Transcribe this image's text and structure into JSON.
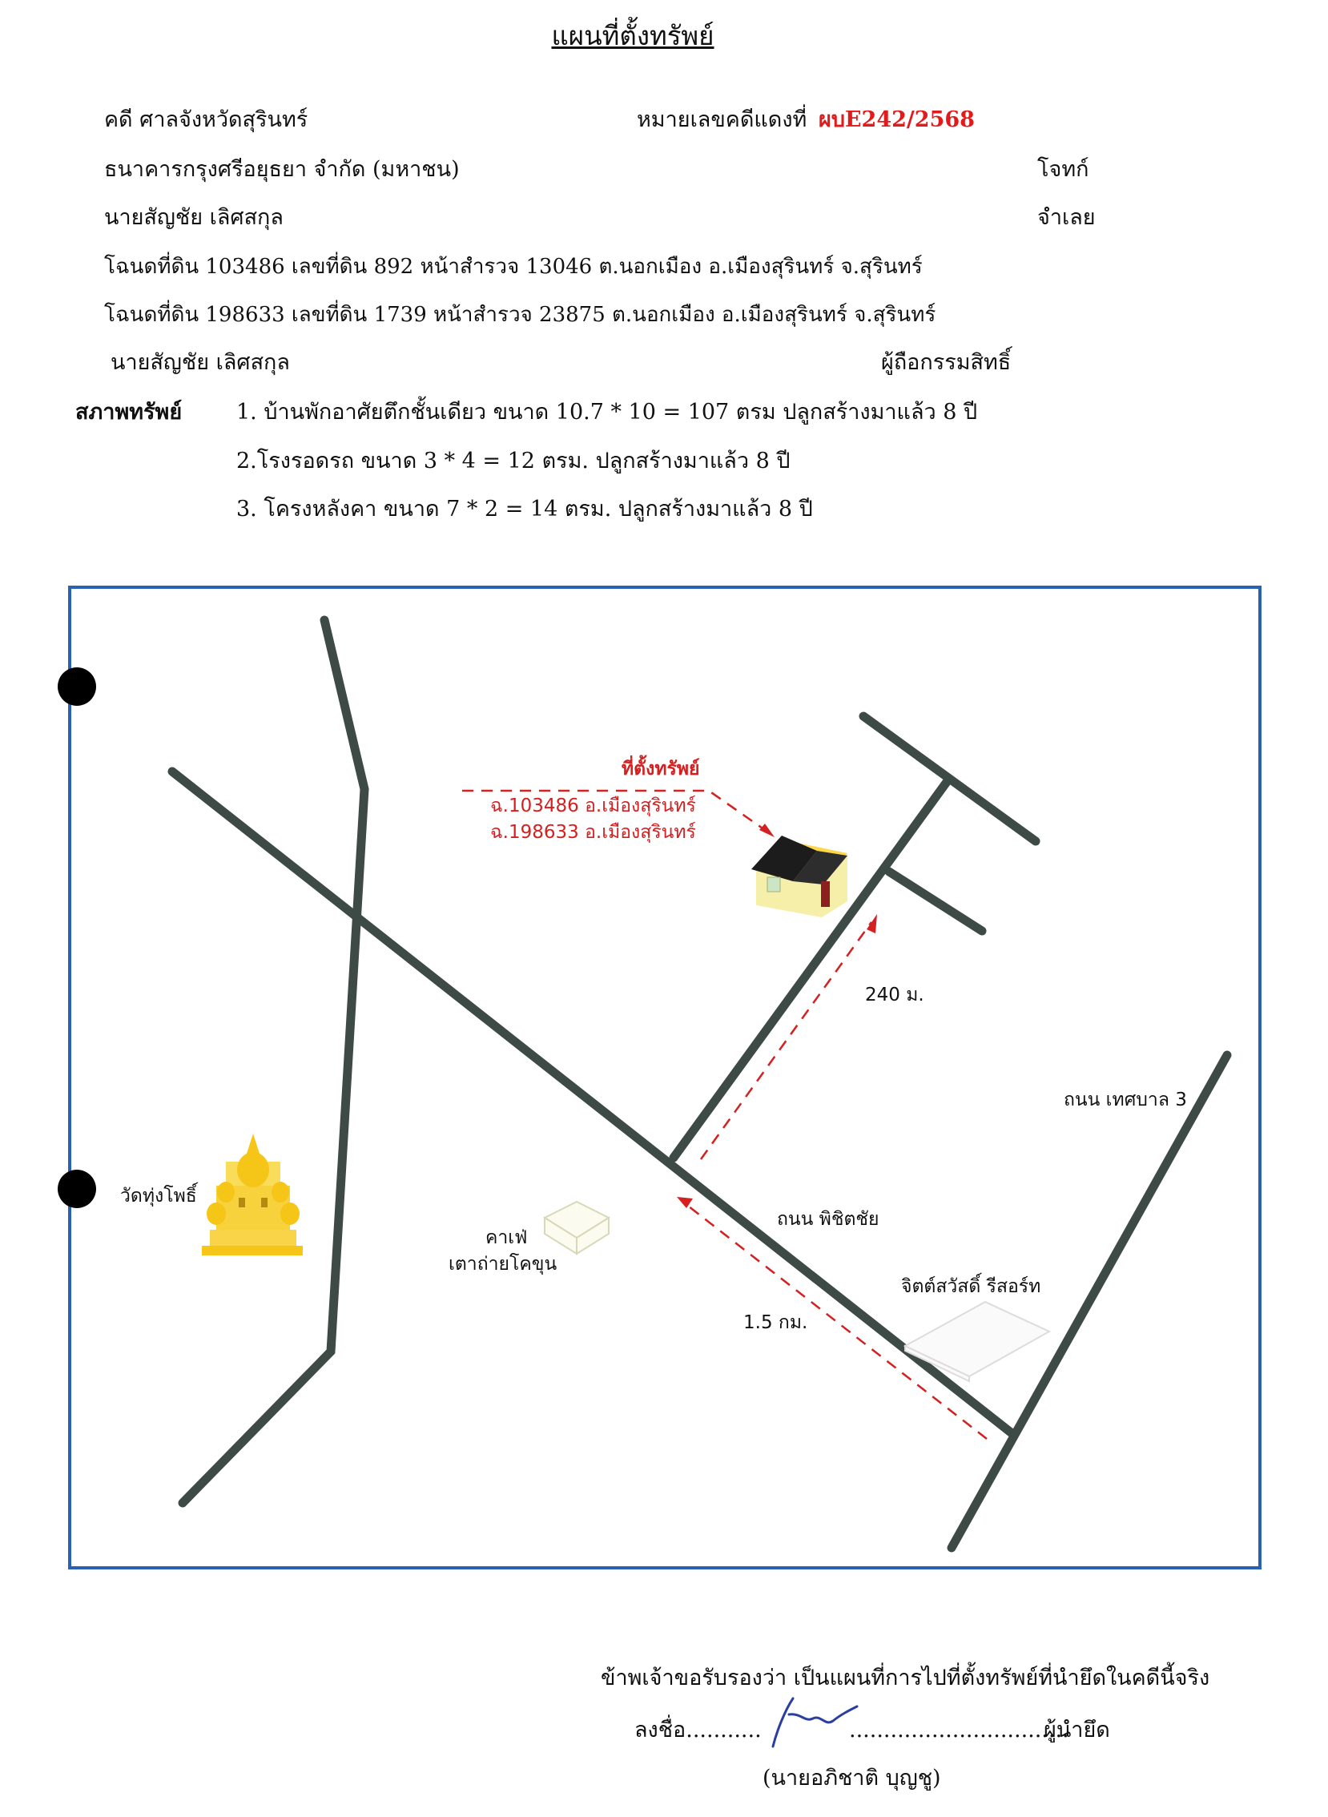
{
  "header": {
    "title": "แผนที่ตั้งทรัพย์",
    "court_label": "คดี ศาลจังหวัดสุรินทร์",
    "case_no_label": "หมายเลขคดีแดงที่",
    "case_no": "ผบE242/2568",
    "plaintiff_name": "ธนาคารกรุงศรีอยุธยา จำกัด (มหาชน)",
    "plaintiff_role": "โจทก์",
    "defendant_name": "นายสัญชัย เลิศสกุล",
    "defendant_role": "จำเลย",
    "deed_1": "โฉนดที่ดิน 103486  เลขที่ดิน 892 หน้าสำรวจ 13046 ต.นอกเมือง  อ.เมืองสุรินทร์  จ.สุรินทร์",
    "deed_2": "โฉนดที่ดิน 198633  เลขที่ดิน 1739 หน้าสำรวจ 23875 ต.นอกเมือง  อ.เมืองสุรินทร์  จ.สุรินทร์",
    "owner_name": "นายสัญชัย เลิศสกุล",
    "owner_role": "ผู้ถือกรรมสิทธิ์"
  },
  "property": {
    "label": "สภาพทรัพย์",
    "items": [
      "1. บ้านพักอาศัยตึกชั้นเดียว ขนาด 10.7 * 10 = 107 ตรม ปลูกสร้างมาแล้ว 8 ปี",
      "2.โรงรอดรถ ขนาด 3 * 4 = 12 ตรม. ปลูกสร้างมาแล้ว 8 ปี",
      "3. โครงหลังคา ขนาด 7 * 2 = 14 ตรม. ปลูกสร้างมาแล้ว 8 ปี"
    ]
  },
  "map": {
    "property_title": "ที่ตั้งทรัพย์",
    "property_deed_1": "ฉ.103486 อ.เมืองสุรินทร์",
    "property_deed_2": "ฉ.198633 อ.เมืองสุรินทร์",
    "distance_short": "240 ม.",
    "distance_long": "1.5 กม.",
    "road_1": "ถนน เทศบาล 3",
    "road_2": "ถนน พิชิตชัย",
    "temple": "วัดทุ่งโพธิ์",
    "cafe_1": "คาเฟ่",
    "cafe_2": "เตาถ่ายโคขุน",
    "resort": "จิตต์สวัสดิ์ รีสอร์ท",
    "colors": {
      "road": "#3d4a45",
      "route": "#d42020",
      "frame": "#2a62b3"
    }
  },
  "footer": {
    "certify": "ข้าพเจ้าขอรับรองว่า เป็นแผนที่การไปที่ตั้งทรัพย์ที่นำยึดในคดีนี้จริง",
    "sign_prefix": "ลงชื่อ...........",
    "sign_dots": "................................",
    "sign_role": "ผู้นำยึด",
    "signer": "(นายอภิชาติ  บุญชู)"
  }
}
